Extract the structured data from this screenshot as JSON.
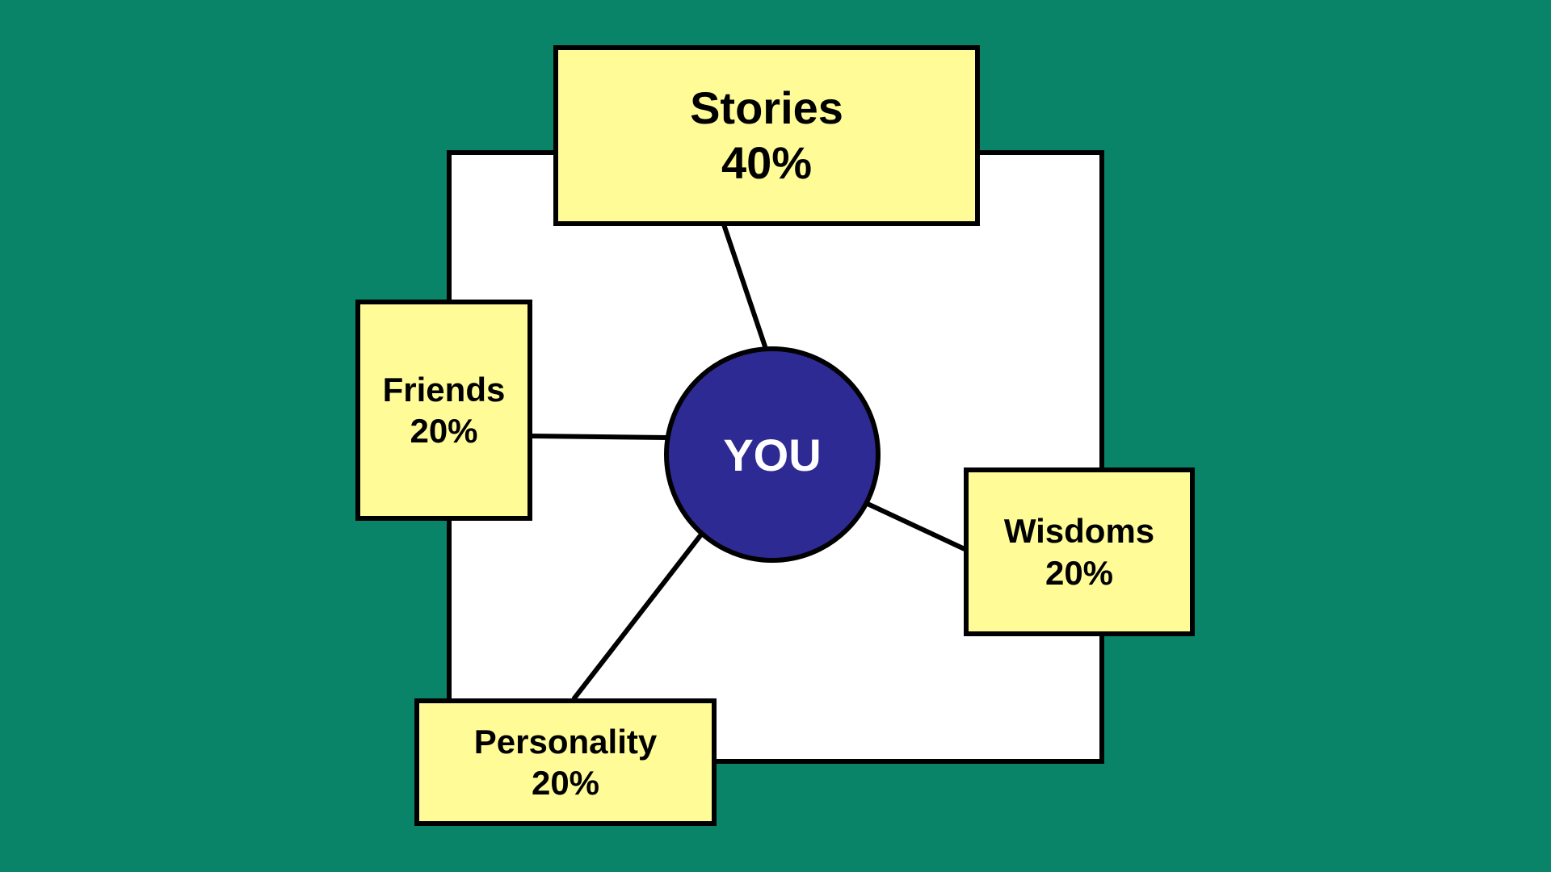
{
  "diagram": {
    "center": {
      "label": "YOU",
      "color": "#2e2a93"
    },
    "nodes": [
      {
        "id": "stories",
        "label": "Stories",
        "value": "40%"
      },
      {
        "id": "friends",
        "label": "Friends",
        "value": "20%"
      },
      {
        "id": "wisdoms",
        "label": "Wisdoms",
        "value": "20%"
      },
      {
        "id": "personality",
        "label": "Personality",
        "value": "20%"
      }
    ],
    "colors": {
      "background": "#0a8468",
      "box": "#fffc98",
      "panel": "#ffffff",
      "stroke": "#000000"
    }
  }
}
